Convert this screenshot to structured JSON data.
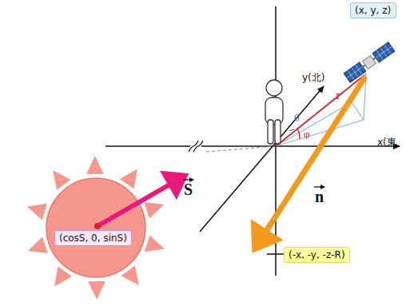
{
  "diagram": {
    "nodes": [
      {
        "text": [
          "(cosS, 0, sinS)"
        ]
      },
      {
        "text": [
          "(x, y, z)"
        ]
      },
      {
        "text": [
          "(-x, -y, -z-R)"
        ]
      }
    ],
    "labels": [
      "x(東",
      "y(北)",
      "r",
      "θ",
      "φ",
      "S",
      "n"
    ]
  }
}
